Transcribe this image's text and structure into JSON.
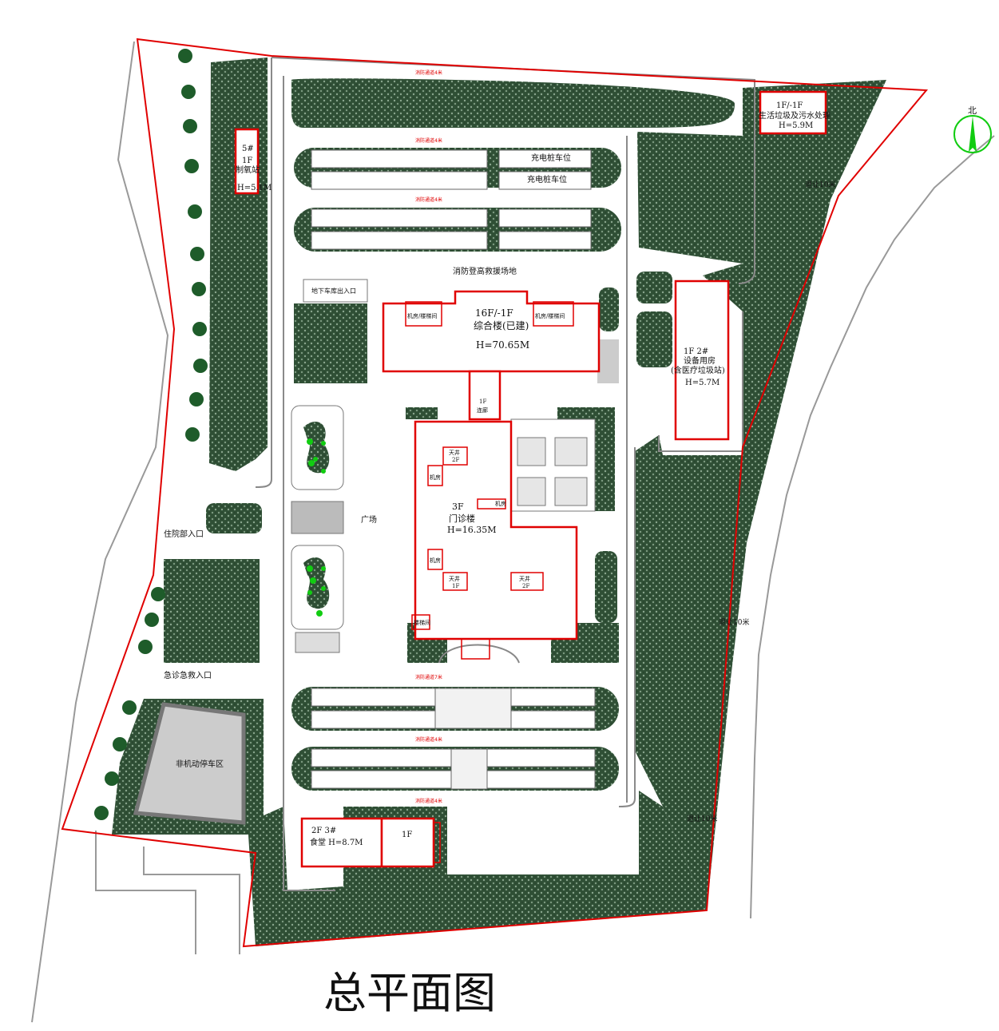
{
  "title": "总平面图",
  "north": "北",
  "buildings": {
    "oxygen": {
      "l1": "5#",
      "l2": "1F",
      "l3": "制氧站",
      "l4": "H=5.1M"
    },
    "waste": {
      "l1": "1F/-1F",
      "l2": "生活垃圾及污水处理",
      "l3": "H=5.9M"
    },
    "complex": {
      "l1": "16F/-1F",
      "l2": "综合楼(已建)",
      "l3": "H=70.65M",
      "room_l": "机房/楼梯间",
      "room_r": "机房/楼梯间"
    },
    "equipment": {
      "l1": "1F  2#",
      "l2": "设备用房",
      "l3": "(含医疗垃圾站)",
      "l4": "H=5.7M"
    },
    "corridor": {
      "l1": "1F",
      "l2": "连廊"
    },
    "outpatient": {
      "l1": "3F",
      "l2": "门诊楼",
      "l3": "H=16.35M",
      "sky1": "天井",
      "sky1f": "2F",
      "sky2": "天井",
      "sky2f": "1F",
      "sky3": "天井",
      "sky3f": "2F",
      "mech1": "机房",
      "mech2": "机房",
      "mech3": "机房",
      "stair": "楼梯间"
    },
    "canteen": {
      "l1": "2F 3#",
      "l2": "食堂 H=8.7M",
      "annex": "1F"
    }
  },
  "labels": {
    "charging1": "充电桩车位",
    "charging2": "充电桩车位",
    "fire_area": "消防登高救援场地",
    "garage": "地下车库出入口",
    "inpatient": "住院部入口",
    "emergency": "急诊急救入口",
    "bike": "非机动停车区",
    "plaza": "广场",
    "setback1": "退让10米",
    "setback2": "退让10米",
    "setback3": "退让10米"
  }
}
